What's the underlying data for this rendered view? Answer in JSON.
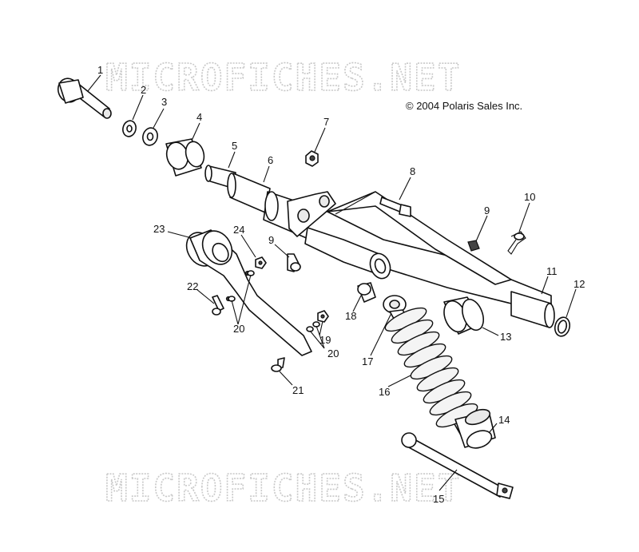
{
  "copyright": "© 2004 Polaris Sales Inc.",
  "watermark": "MICROFICHES.NET",
  "callouts": {
    "c1": "1",
    "c2": "2",
    "c3": "3",
    "c4": "4",
    "c5": "5",
    "c6": "6",
    "c7": "7",
    "c8": "8",
    "c9a": "9",
    "c9b": "9",
    "c10": "10",
    "c11": "11",
    "c12": "12",
    "c13": "13",
    "c14": "14",
    "c15": "15",
    "c16": "16",
    "c17": "17",
    "c18": "18",
    "c19": "19",
    "c20a": "20",
    "c20b": "20",
    "c21": "21",
    "c22": "22",
    "c23": "23",
    "c24": "24"
  }
}
